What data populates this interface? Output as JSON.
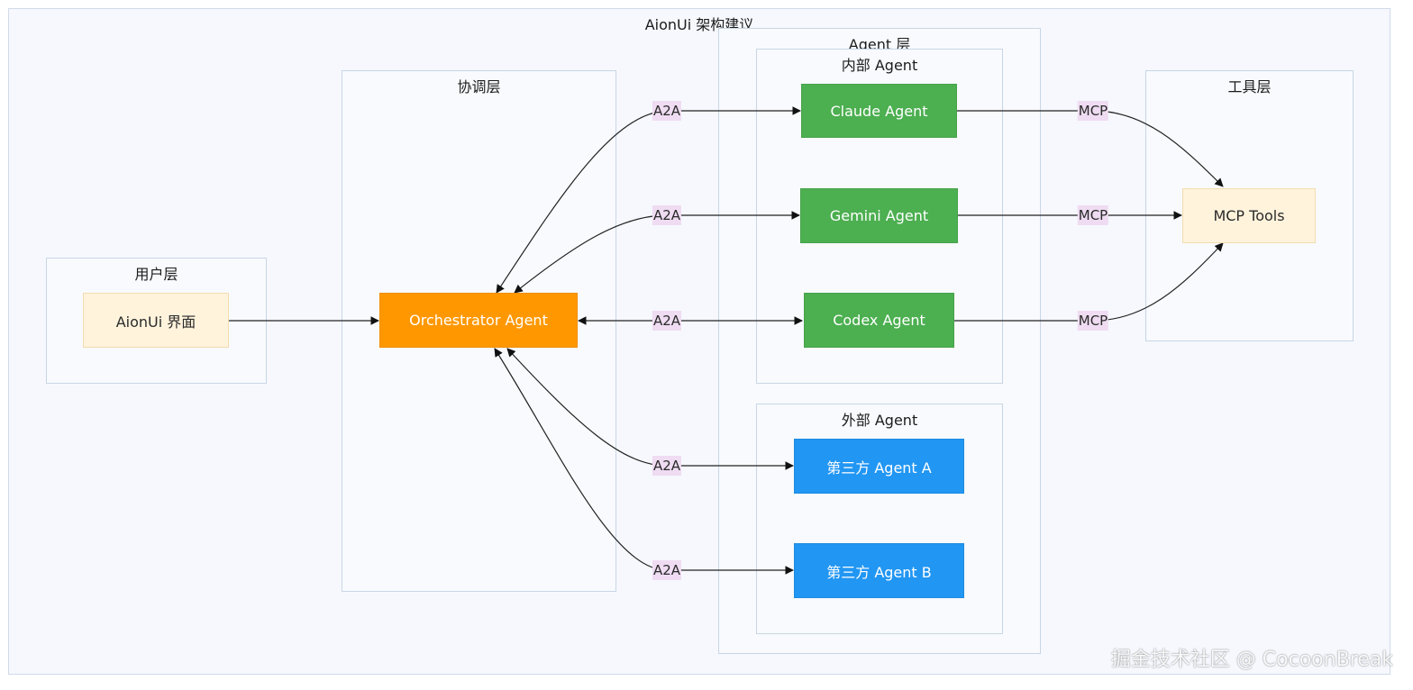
{
  "diagram": {
    "title": "AionUi 架构建议",
    "groups": {
      "user": {
        "title": "用户层"
      },
      "coord": {
        "title": "协调层"
      },
      "agent": {
        "title": "Agent 层"
      },
      "internal": {
        "title": "内部 Agent"
      },
      "external": {
        "title": "外部 Agent"
      },
      "tools": {
        "title": "工具层"
      }
    },
    "nodes": {
      "ui": {
        "label": "AionUi 界面"
      },
      "orchestrator": {
        "label": "Orchestrator Agent"
      },
      "claude": {
        "label": "Claude Agent"
      },
      "gemini": {
        "label": "Gemini Agent"
      },
      "codex": {
        "label": "Codex Agent"
      },
      "third_a": {
        "label": "第三方 Agent A"
      },
      "third_b": {
        "label": "第三方 Agent B"
      },
      "mcp_tools": {
        "label": "MCP Tools"
      }
    },
    "edges": [
      {
        "from": "ui",
        "to": "orchestrator",
        "label": ""
      },
      {
        "from": "orchestrator",
        "to": "claude",
        "label": "A2A",
        "bidirectional": true
      },
      {
        "from": "orchestrator",
        "to": "gemini",
        "label": "A2A",
        "bidirectional": true
      },
      {
        "from": "orchestrator",
        "to": "codex",
        "label": "A2A",
        "bidirectional": true
      },
      {
        "from": "orchestrator",
        "to": "third_a",
        "label": "A2A",
        "bidirectional": true
      },
      {
        "from": "orchestrator",
        "to": "third_b",
        "label": "A2A",
        "bidirectional": true
      },
      {
        "from": "claude",
        "to": "mcp_tools",
        "label": "MCP"
      },
      {
        "from": "gemini",
        "to": "mcp_tools",
        "label": "MCP"
      },
      {
        "from": "codex",
        "to": "mcp_tools",
        "label": "MCP"
      }
    ],
    "colors": {
      "orchestrator": "#ff9800",
      "internal_agent": "#4caf50",
      "external_agent": "#2196f3",
      "light_node": "#fff3dc",
      "edge_label_bg": "#efdcf2"
    }
  },
  "watermark": "掘金技术社区 @ CocoonBreak"
}
